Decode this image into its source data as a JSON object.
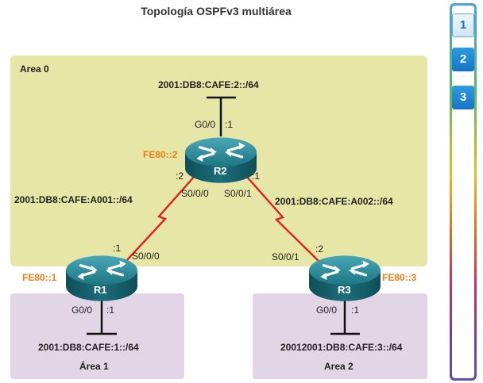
{
  "title": "Topología OSPFv3 multiárea",
  "areas": {
    "area0": "Area 0",
    "area1": "Área 1",
    "area2": "Area 2"
  },
  "routers": {
    "r1": {
      "name": "R1",
      "link_local": "FE80::1"
    },
    "r2": {
      "name": "R2",
      "link_local": "FE80::2"
    },
    "r3": {
      "name": "R3",
      "link_local": "FE80::3"
    }
  },
  "networks": {
    "r2_lan": "2001:DB8:CAFE:2::/64",
    "r1_lan": "2001:DB8:CAFE:1::/64",
    "r3_lan": "20012001:DB8:CAFE:3::/64",
    "r1_r2": "2001:DB8:CAFE:A001::/64",
    "r2_r3": "2001:DB8:CAFE:A002::/64"
  },
  "interfaces": {
    "r2_g00": "G0/0",
    "r2_g00_host": ":1",
    "r2_s000": "S0/0/0",
    "r2_s000_host": ":2",
    "r2_s001": "S0/0/1",
    "r2_s001_host": ":1",
    "r1_s000": "S0/0/0",
    "r1_s000_host": ":1",
    "r1_g00": "G0/0",
    "r1_g00_host": ":1",
    "r3_s001": "S0/0/1",
    "r3_s001_host": ":2",
    "r3_g00": "G0/0",
    "r3_g00_host": ":1"
  },
  "nav": [
    "1",
    "2",
    "3"
  ],
  "colors": {
    "area0": "#e6e6a6",
    "area_other": "#e2d6e6",
    "serial_link": "#e02020",
    "router": "#1c6e7a",
    "link_local_label": "#f07c18",
    "nav_button": "#1e88d4"
  }
}
